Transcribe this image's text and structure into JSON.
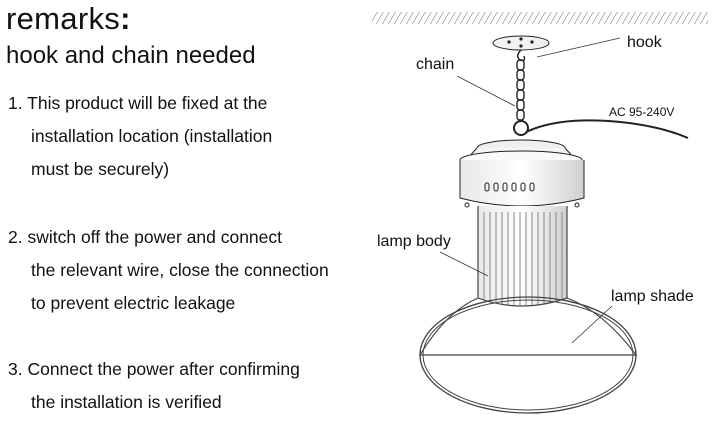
{
  "remarks": {
    "title": "remarks",
    "subtitle": "hook and chain needed"
  },
  "steps": [
    {
      "line1": "1. This product will be fixed at the",
      "line2": "installation location  (installation",
      "line3": "must be securely)"
    },
    {
      "line1": "2. switch off the power and connect",
      "line2": "the relevant wire, close the connection",
      "line3": "to prevent electric leakage"
    },
    {
      "line1": "3. Connect the power after confirming",
      "line2": "the installation is verified"
    }
  ],
  "diagram": {
    "labels": {
      "hook": "hook",
      "chain": "chain",
      "power": "AC 95-240V",
      "lamp_body": "lamp body",
      "lamp_shade": "lamp shade"
    },
    "colors": {
      "line": "#222222",
      "shade": "#444444"
    }
  }
}
